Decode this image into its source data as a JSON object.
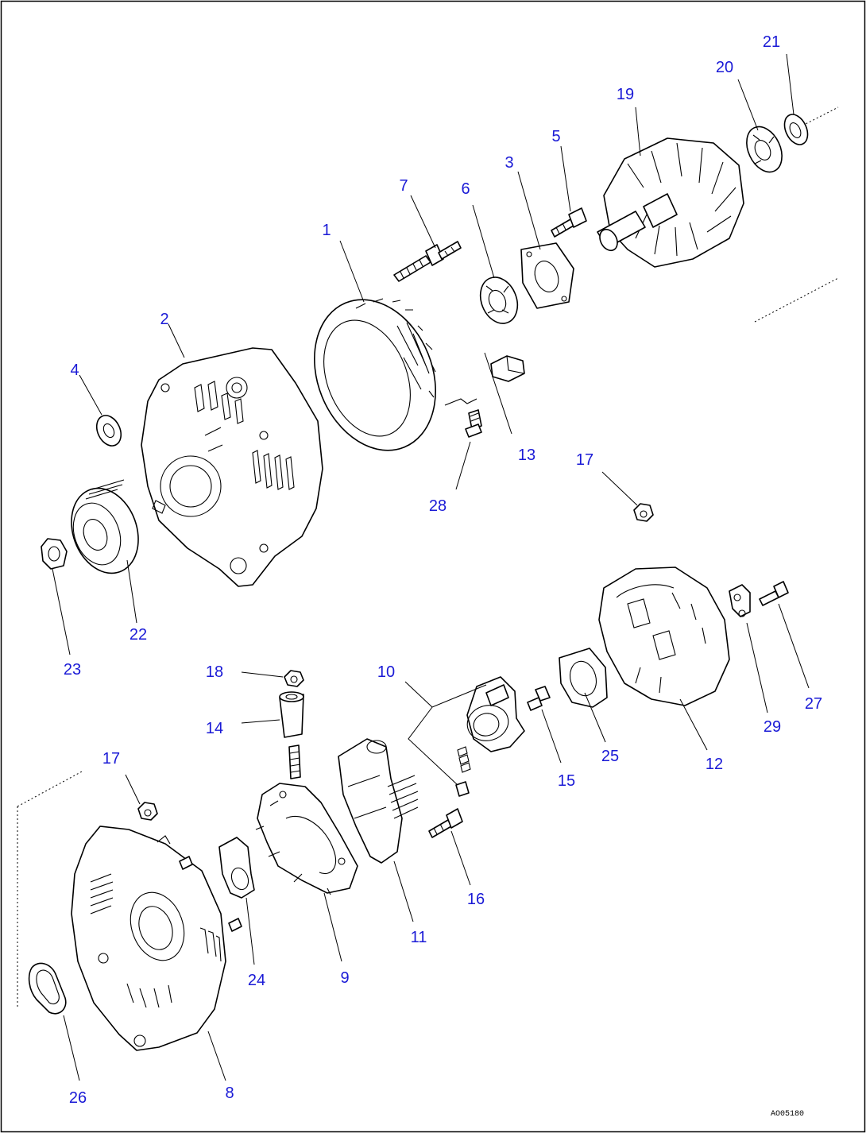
{
  "drawing_id": "AO05180",
  "parts": [
    {
      "number": "1",
      "icon": "stator-coil-icon"
    },
    {
      "number": "2",
      "icon": "drive-end-frame-icon"
    },
    {
      "number": "3",
      "icon": "bearing-retainer-plate-icon"
    },
    {
      "number": "4",
      "icon": "spacer-collar-icon"
    },
    {
      "number": "5",
      "icon": "screw-icon"
    },
    {
      "number": "6",
      "icon": "ball-bearing-icon"
    },
    {
      "number": "7",
      "icon": "stud-bolt-icon"
    },
    {
      "number": "8",
      "icon": "rectifier-end-frame-icon"
    },
    {
      "number": "9",
      "icon": "rectifier-holder-icon"
    },
    {
      "number": "10",
      "icon": "brush-holder-assembly-icon"
    },
    {
      "number": "11",
      "icon": "ic-regulator-icon"
    },
    {
      "number": "12",
      "icon": "rear-end-cover-icon"
    },
    {
      "number": "13",
      "icon": "insulator-icon"
    },
    {
      "number": "14",
      "icon": "terminal-insulator-icon"
    },
    {
      "number": "15",
      "icon": "screw-icon"
    },
    {
      "number": "16",
      "icon": "screw-icon"
    },
    {
      "number": "17",
      "icon": "nut-icon"
    },
    {
      "number": "18",
      "icon": "nut-icon"
    },
    {
      "number": "19",
      "icon": "rotor-icon"
    },
    {
      "number": "20",
      "icon": "ball-bearing-icon"
    },
    {
      "number": "21",
      "icon": "bearing-cover-icon"
    },
    {
      "number": "22",
      "icon": "pulley-icon"
    },
    {
      "number": "23",
      "icon": "pulley-nut-icon"
    },
    {
      "number": "24",
      "icon": "terminal-plate-icon"
    },
    {
      "number": "25",
      "icon": "rubber-insulator-icon"
    },
    {
      "number": "26",
      "icon": "gasket-icon"
    },
    {
      "number": "27",
      "icon": "bolt-icon"
    },
    {
      "number": "28",
      "icon": "screw-icon"
    },
    {
      "number": "29",
      "icon": "terminal-clip-icon"
    }
  ],
  "extra_labels": [
    {
      "number": "17"
    }
  ],
  "colors": {
    "callout": "#1a1ad6",
    "line": "#000000",
    "background": "#ffffff"
  }
}
